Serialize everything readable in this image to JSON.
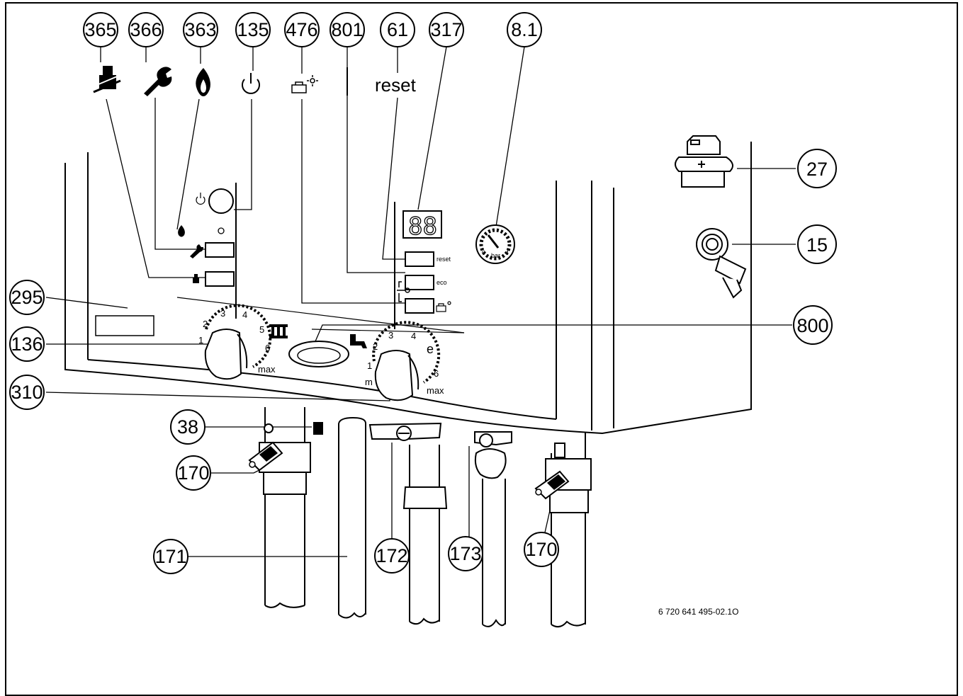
{
  "callouts": {
    "c365": "365",
    "c366": "366",
    "c363": "363",
    "c135": "135",
    "c476": "476",
    "c801": "801",
    "c61": "61",
    "c317": "317",
    "c8_1": "8.1",
    "c27": "27",
    "c15": "15",
    "c295": "295",
    "c136": "136",
    "c800": "800",
    "c310": "310",
    "c38": "38",
    "c170a": "170",
    "c171": "171",
    "c172": "172",
    "c173": "173",
    "c170b": "170"
  },
  "labels": {
    "reset_top": "reset",
    "reset_small": "reset",
    "eco": "eco",
    "display": "88",
    "gauge_unit": "bar",
    "gauge_left": "0",
    "gauge_right": "4",
    "doc_number": "6 720 641 495-02.1O"
  },
  "heating_dial": {
    "ticks": [
      "1",
      "2",
      "3",
      "4",
      "5",
      "6",
      "max"
    ]
  },
  "dhw_dial": {
    "ticks": [
      "1",
      "2",
      "3",
      "4",
      "e",
      "6",
      "max",
      "m"
    ]
  },
  "icons": [
    "chimney-sweep-icon",
    "wrench-icon",
    "flame-icon",
    "power-icon",
    "holiday-mode-icon",
    "radiator-icon",
    "tap-icon",
    "key-icon"
  ]
}
